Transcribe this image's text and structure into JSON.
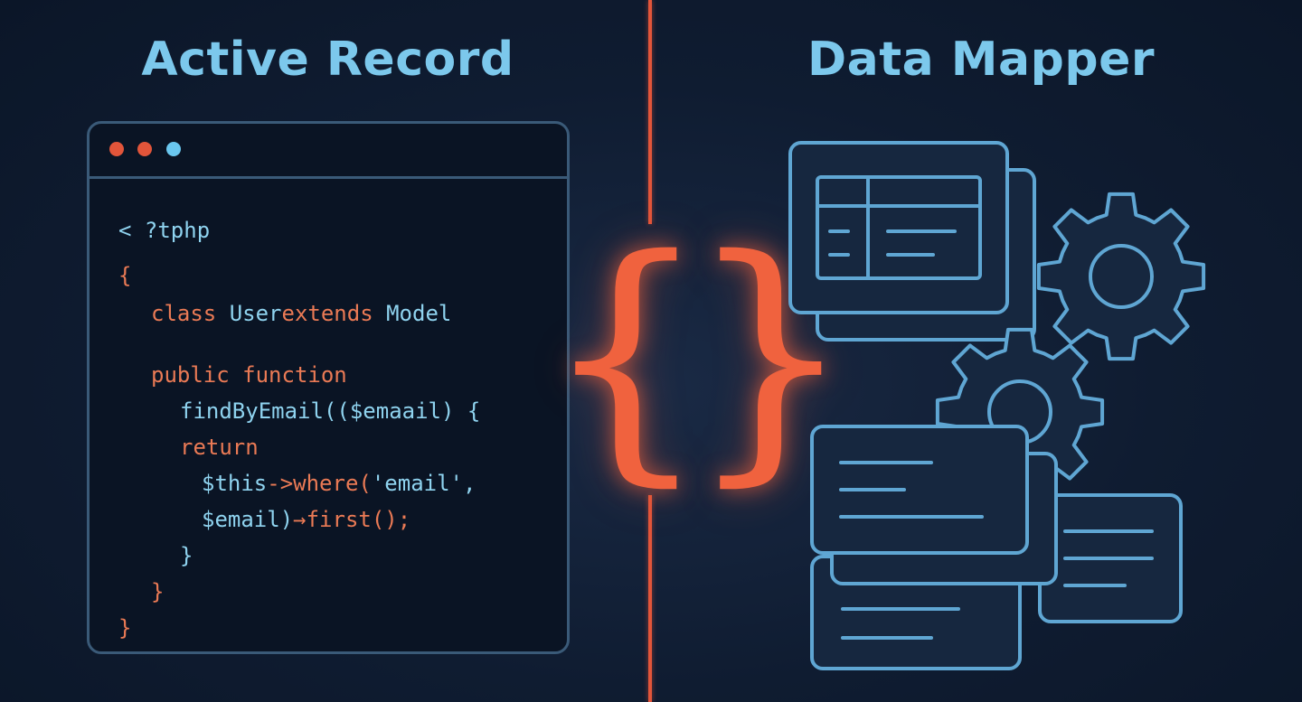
{
  "left_title": "Active Record",
  "right_title": "Data Mapper",
  "code_lines": [
    [
      {
        "t": "< ?tphp",
        "c": "id"
      }
    ],
    [
      {
        "t": "{",
        "c": "kw"
      }
    ],
    [
      {
        "t": "class ",
        "c": "kw"
      },
      {
        "t": "User",
        "c": "id"
      },
      {
        "t": "extends ",
        "c": "kw"
      },
      {
        "t": "Model",
        "c": "id"
      }
    ],
    [
      {
        "t": "public function",
        "c": "kw"
      }
    ],
    [
      {
        "t": "findByEmail(($emaail) {",
        "c": "id"
      }
    ],
    [
      {
        "t": "return",
        "c": "kw"
      }
    ],
    [
      {
        "t": "$this",
        "c": "id"
      },
      {
        "t": "->where(",
        "c": "kw"
      },
      {
        "t": "'email',",
        "c": "id"
      }
    ],
    [
      {
        "t": "$email)",
        "c": "id"
      },
      {
        "t": "→first();",
        "c": "kw"
      }
    ],
    [
      {
        "t": "}",
        "c": "id"
      }
    ],
    [
      {
        "t": "}",
        "c": "kw"
      }
    ],
    [
      {
        "t": "}",
        "c": "kw"
      }
    ]
  ],
  "brace_open": "{",
  "brace_close": "}",
  "colors": {
    "accent": "#e2553a",
    "title": "#7cc8ec",
    "stroke": "#5fa6d3",
    "keyword": "#ea7a55",
    "identifier": "#8fd3ef"
  }
}
